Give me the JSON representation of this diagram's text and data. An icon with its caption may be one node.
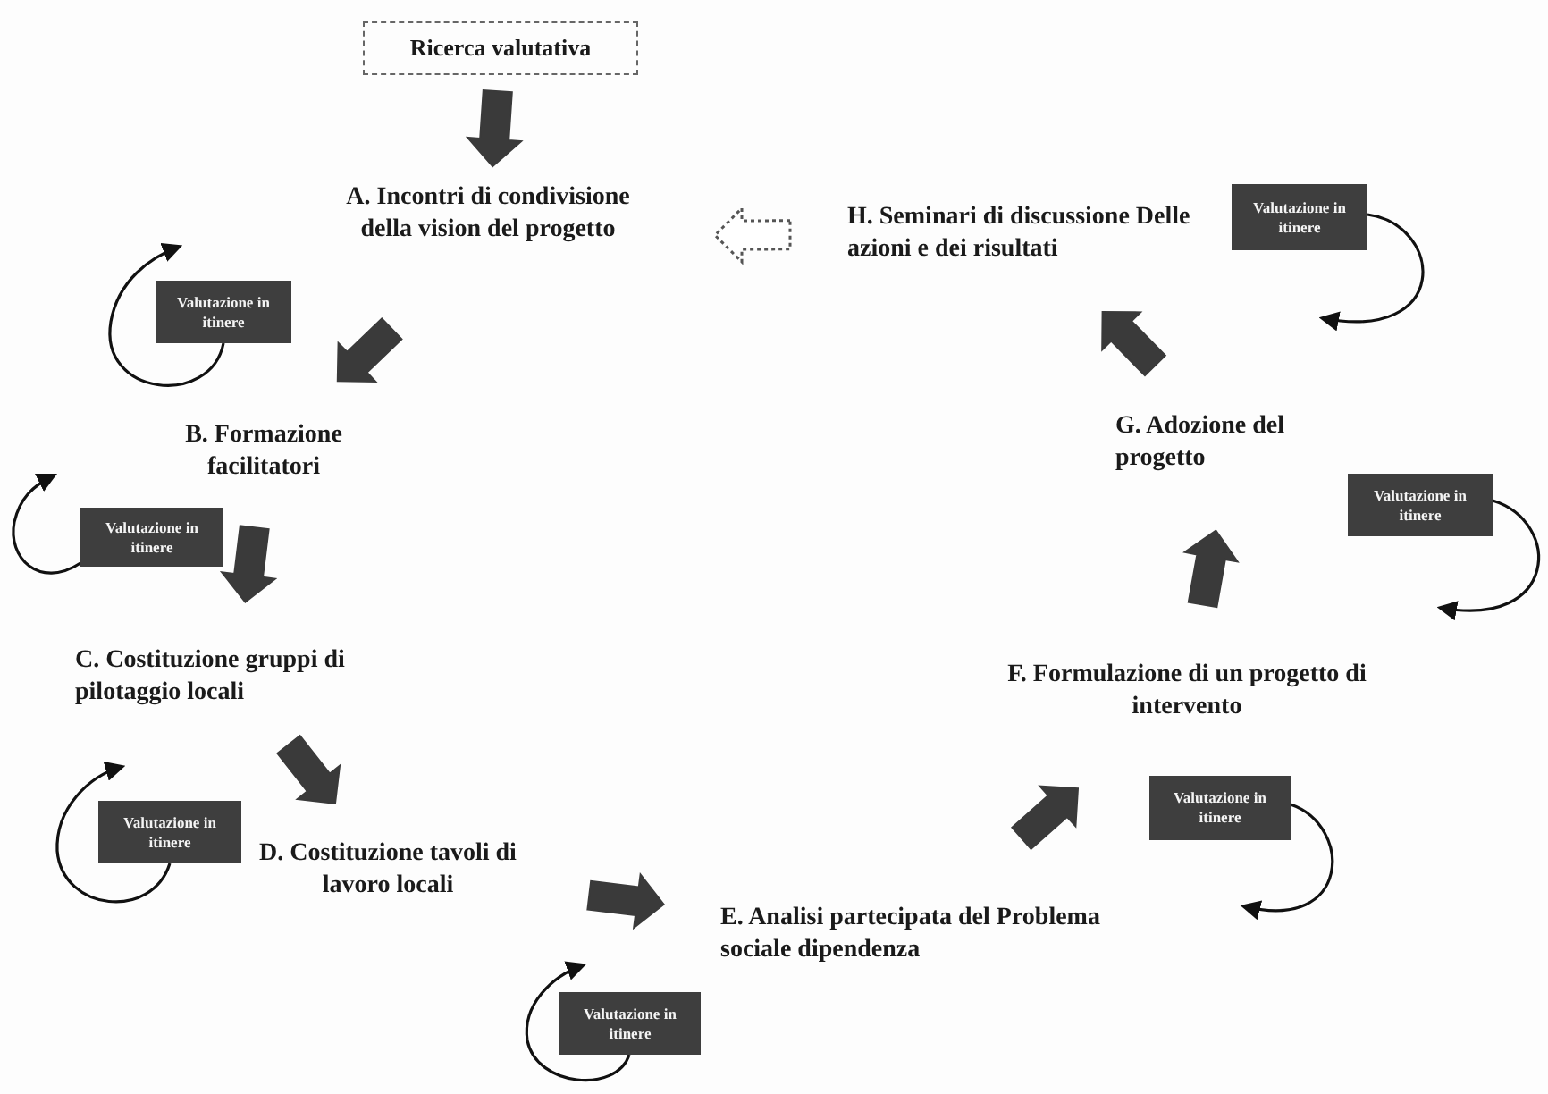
{
  "diagram": {
    "nodes": [
      {
        "text": [
          "Ricerca valutativa"
        ]
      },
      {
        "text": [
          "A. Incontri di condivisione della vision del progetto"
        ]
      },
      {
        "text": [
          "B. Formazione facilitatori"
        ]
      },
      {
        "text": [
          "C. Costituzione gruppi di pilotaggio locali"
        ]
      },
      {
        "text": [
          "D. Costituzione tavoli di lavoro locali"
        ]
      },
      {
        "text": [
          "E. Analisi partecipata del Problema sociale dipendenza"
        ]
      },
      {
        "text": [
          "F. Formulazione di un progetto di intervento"
        ]
      },
      {
        "text": [
          "G. Adozione del progetto"
        ]
      },
      {
        "text": [
          "H. Seminari di discussione Delle azioni e dei risultati"
        ]
      },
      {
        "text": [
          "Valutazione in itinere"
        ]
      },
      {
        "text": [
          "Valutazione in itinere"
        ]
      },
      {
        "text": [
          "Valutazione in itinere"
        ]
      },
      {
        "text": [
          "Valutazione in itinere"
        ]
      },
      {
        "text": [
          "Valutazione in itinere"
        ]
      },
      {
        "text": [
          "Valutazione in itinere"
        ]
      },
      {
        "text": [
          "Valutazione in itinere"
        ]
      }
    ],
    "edges": [
      {
        "from": 0,
        "to": 1,
        "arrow": "to",
        "style": "thick"
      },
      {
        "from": 1,
        "to": 2,
        "arrow": "to",
        "style": "thick"
      },
      {
        "from": 2,
        "to": 3,
        "arrow": "to",
        "style": "thick"
      },
      {
        "from": 3,
        "to": 4,
        "arrow": "to",
        "style": "thick"
      },
      {
        "from": 4,
        "to": 5,
        "arrow": "to",
        "style": "thick"
      },
      {
        "from": 5,
        "to": 6,
        "arrow": "to",
        "style": "thick"
      },
      {
        "from": 6,
        "to": 7,
        "arrow": "to",
        "style": "thick"
      },
      {
        "from": 7,
        "to": 8,
        "arrow": "to",
        "style": "thick"
      },
      {
        "from": 8,
        "to": 1,
        "arrow": "to",
        "style": "dashed"
      },
      {
        "from": 9,
        "to": null,
        "arrow": "to"
      },
      {
        "from": 10,
        "to": null,
        "arrow": "to"
      },
      {
        "from": 11,
        "to": null,
        "arrow": "to"
      },
      {
        "from": 12,
        "to": null,
        "arrow": "to"
      },
      {
        "from": 13,
        "to": null,
        "arrow": "to"
      },
      {
        "from": 14,
        "to": null,
        "arrow": "to"
      },
      {
        "from": 15,
        "to": null,
        "arrow": "to"
      }
    ]
  }
}
